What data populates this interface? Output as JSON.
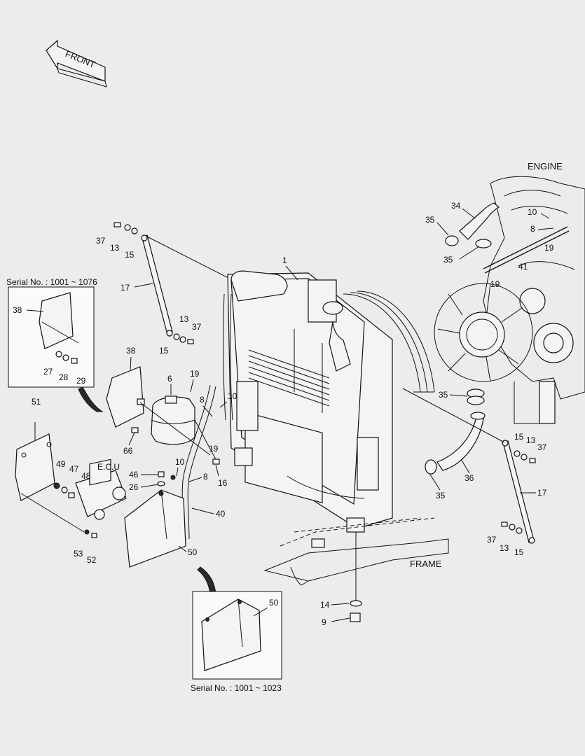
{
  "front_arrow": {
    "text": "FRONT"
  },
  "headings": {
    "engine": "ENGINE",
    "frame": "FRAME",
    "ecu": "E.C.U"
  },
  "serial_notes": {
    "bracket": "Serial No. : 1001 ~ 1076",
    "cover": "Serial No. : 1001 ~ 1023"
  },
  "callouts": {
    "n1": "1",
    "n34": "34",
    "n35a": "35",
    "n35b": "35",
    "n35c": "35",
    "n35d": "35",
    "n10a": "10",
    "n8a": "8",
    "n19a": "19",
    "n41": "41",
    "n19b": "19",
    "n37a": "37",
    "n13a": "13",
    "n15a": "15",
    "n17a": "17",
    "n13b": "13",
    "n37b": "37",
    "n15b": "15",
    "n38a": "38",
    "n27": "27",
    "n28": "28",
    "n29": "29",
    "n51": "51",
    "n38b": "38",
    "n6": "6",
    "n19c": "19",
    "n8b": "8",
    "n10b": "10",
    "n66": "66",
    "n19d": "19",
    "n16": "16",
    "n49": "49",
    "n47": "47",
    "n48": "48",
    "n46": "46",
    "n26": "26",
    "n10c": "10",
    "n8c": "8",
    "n40": "40",
    "n53": "53",
    "n52": "52",
    "n50a": "50",
    "n50b": "50",
    "n36": "36",
    "n15c": "15",
    "n13c": "13",
    "n37c": "37",
    "n17b": "17",
    "n37d": "37",
    "n13d": "13",
    "n15d": "15",
    "n14": "14",
    "n9": "9"
  }
}
